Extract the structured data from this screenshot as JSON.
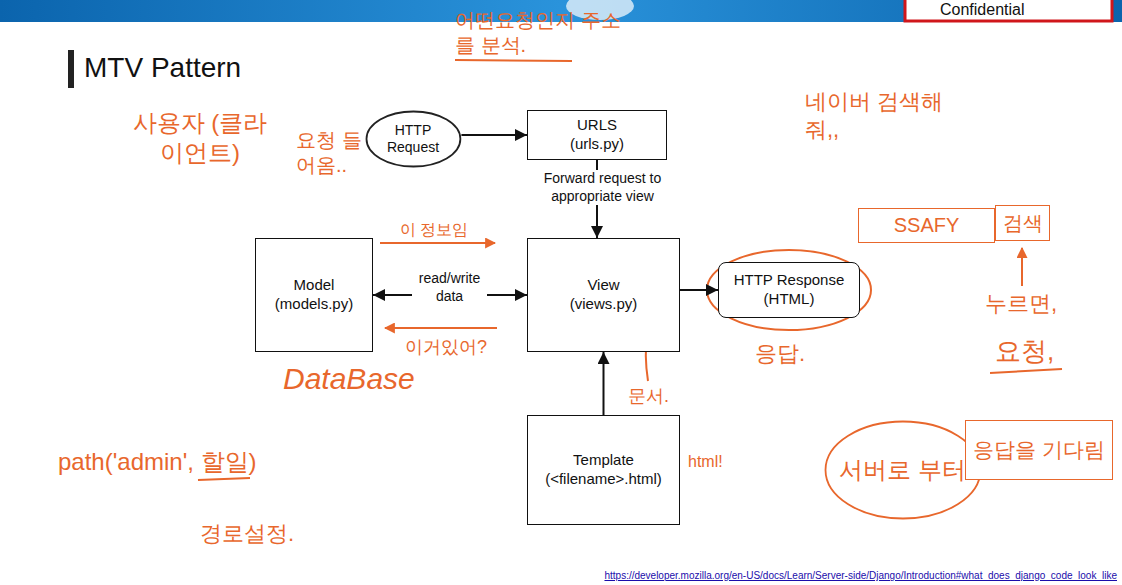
{
  "diagram": {
    "title": "MTV Pattern",
    "nodes": [
      {
        "text": [
          "HTTP Request"
        ]
      },
      {
        "text": [
          "URLS",
          "(urls.py)"
        ]
      },
      {
        "text": [
          "SSAFY"
        ]
      },
      {
        "text": [
          "검색"
        ]
      },
      {
        "text": [
          "Model",
          "(models.py)"
        ]
      },
      {
        "text": [
          "View",
          "(views.py)"
        ]
      },
      {
        "text": [
          "HTTP Response",
          "(HTML)"
        ]
      },
      {
        "text": [
          "Template",
          "(<filename>.html)"
        ]
      },
      {
        "text": [
          "서버로 부터"
        ]
      },
      {
        "text": [
          "응답을 기다림"
        ]
      }
    ],
    "edges": [
      {
        "from": 0,
        "to": 1,
        "arrow": "to"
      },
      {
        "from": 1,
        "to": 5,
        "label": "Forward request to appropriate view",
        "arrow": "to"
      },
      {
        "from": 4,
        "to": 5,
        "label": "read/write data",
        "arrow": "both"
      },
      {
        "from": 5,
        "to": 6,
        "arrow": "to"
      },
      {
        "from": 7,
        "to": 5,
        "arrow": "to"
      }
    ],
    "labels": [
      "Confidential",
      "어떤요청인지 주소를 분석.",
      "사용자 (클라이언트)",
      "요청 들어옴..",
      "네이버 검색해줘,,",
      "이 정보임",
      "검색",
      "data",
      "누르면,",
      "이거있어?",
      "요청,",
      "응답.",
      "DataBase",
      "문서.",
      "html!",
      "path('admin', 할일)",
      "경로설정.",
      "https://developer.mozilla.org/en-US/docs/Learn/Server-side/Django/Introduction#what_does_django_code_look_like"
    ]
  }
}
